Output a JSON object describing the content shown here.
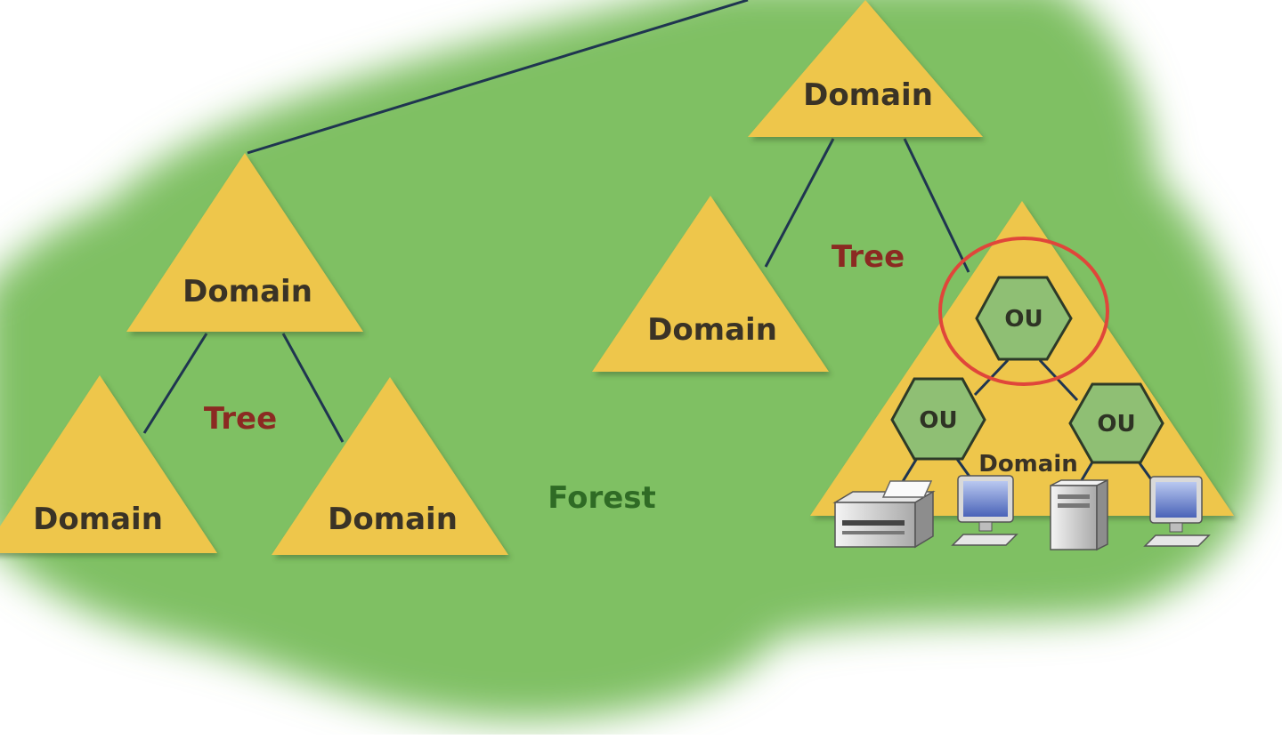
{
  "labels": {
    "domain_top": "Domain",
    "domain_left_root": "Domain",
    "domain_left_bottom_1": "Domain",
    "domain_left_bottom_2": "Domain",
    "domain_mid": "Domain",
    "domain_big": "Domain",
    "tree_left": "Tree",
    "tree_right": "Tree",
    "forest": "Forest",
    "ou_top": "OU",
    "ou_left": "OU",
    "ou_right": "OU"
  },
  "colors": {
    "forest_green": "#7fc064",
    "domain_yellow": "#eec64c",
    "ou_green": "#8fbf74",
    "line_navy": "#1f3550",
    "highlight_red": "#e0463a"
  },
  "icons": [
    "printer-icon",
    "desktop-computer-icon",
    "server-tower-icon",
    "desktop-computer-icon"
  ]
}
